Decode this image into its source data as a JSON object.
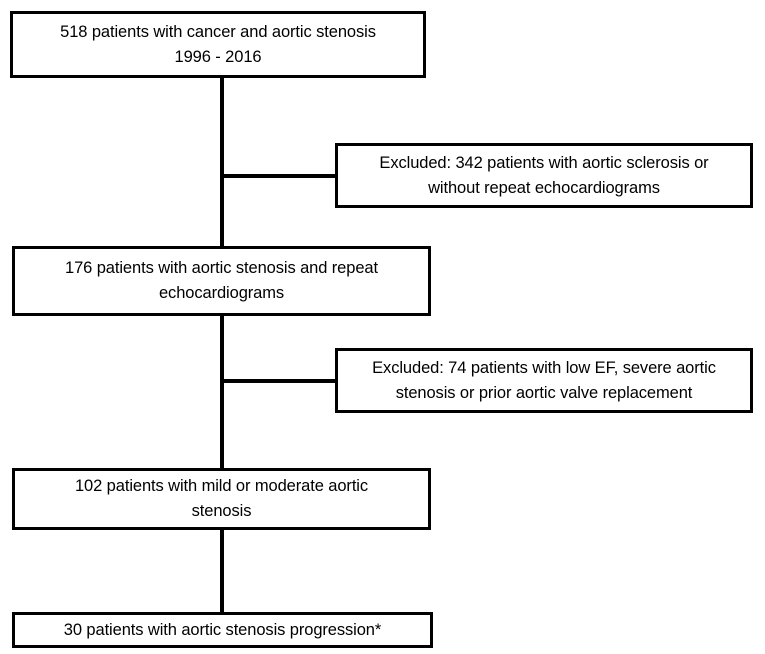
{
  "figure": {
    "type": "flowchart",
    "title": "Patient selection flow diagram",
    "orientation": "vertical",
    "line_color": "#000000",
    "box_fill": "#ffffff",
    "text_color": "#000000"
  },
  "nodes": [
    {
      "id": "enrolled",
      "kind": "main",
      "count": 518,
      "text": "518 patients with cancer and aortic stenosis\n1996 - 2016"
    },
    {
      "id": "excluded-1",
      "kind": "excluded",
      "count": 342,
      "text": "Excluded: 342 patients with aortic sclerosis or\nwithout repeat echocardiograms"
    },
    {
      "id": "repeat-echo",
      "kind": "main",
      "count": 176,
      "text": "176 patients with aortic stenosis and repeat\nechocardiograms"
    },
    {
      "id": "excluded-2",
      "kind": "excluded",
      "count": 74,
      "text": "Excluded: 74 patients with low EF, severe aortic\nstenosis or prior aortic valve replacement"
    },
    {
      "id": "mild-moderate",
      "kind": "main",
      "count": 102,
      "text": "102 patients with mild or moderate aortic\nstenosis"
    },
    {
      "id": "progression",
      "kind": "main",
      "count": 30,
      "text": "30 patients with aortic stenosis progression*"
    }
  ],
  "edges": [
    {
      "id": "edge-enrolled-to-repeat",
      "from": "enrolled",
      "to": "repeat-echo",
      "style": "vertical"
    },
    {
      "id": "edge-branch-excluded-1",
      "from": "enrolled",
      "to": "excluded-1",
      "style": "elbow-right"
    },
    {
      "id": "edge-repeat-to-mild",
      "from": "repeat-echo",
      "to": "mild-moderate",
      "style": "vertical"
    },
    {
      "id": "edge-branch-excluded-2",
      "from": "repeat-echo",
      "to": "excluded-2",
      "style": "elbow-right"
    },
    {
      "id": "edge-mild-to-progression",
      "from": "mild-moderate",
      "to": "progression",
      "style": "vertical"
    }
  ],
  "footnote_marker": "*"
}
